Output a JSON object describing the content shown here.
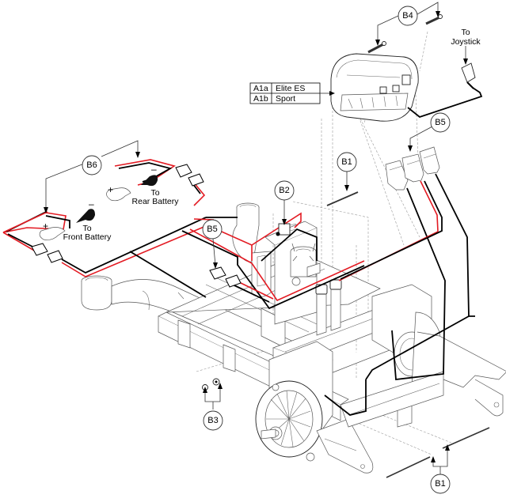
{
  "diagram": {
    "title": "Wiring harness exploded view",
    "colors": {
      "positive_wire": "#e31b23",
      "negative_wire": "#000000",
      "linework": "#555555"
    },
    "callouts": [
      {
        "id": "B1",
        "label": "B1"
      },
      {
        "id": "B1-bottom",
        "label": "B1"
      },
      {
        "id": "B2",
        "label": "B2"
      },
      {
        "id": "B3",
        "label": "B3"
      },
      {
        "id": "B4",
        "label": "B4"
      },
      {
        "id": "B5-left",
        "label": "B5"
      },
      {
        "id": "B5-right",
        "label": "B5"
      },
      {
        "id": "B6",
        "label": "B6"
      }
    ],
    "parts_table": [
      {
        "code": "A1a",
        "name": "Elite ES"
      },
      {
        "code": "A1b",
        "name": "Sport"
      }
    ],
    "labels": {
      "joystick_line1": "To",
      "joystick_line2": "Joystick",
      "rear_battery_line1": "To",
      "rear_battery_line2": "Rear Battery",
      "front_battery_line1": "To",
      "front_battery_line2": "Front Battery",
      "plus": "+",
      "minus": "–"
    }
  }
}
